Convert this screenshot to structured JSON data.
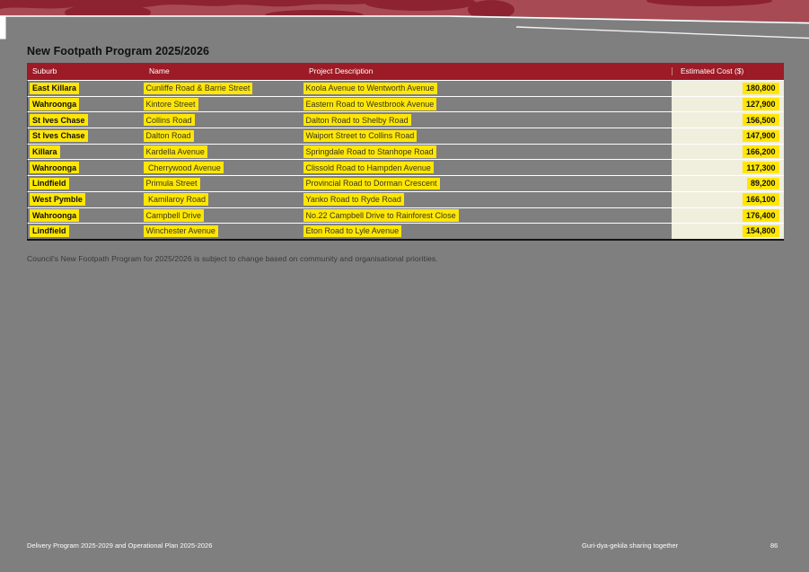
{
  "page": {
    "title": "New Footpath Program 2025/2026",
    "note": "Council's New Footpath Program for 2025/2026 is subject to change based on community and organisational priorities.",
    "footer_left": "Delivery Program 2025-2029 and Operational Plan 2025-2026",
    "footer_right": "Guri-dya-gekila sharing together",
    "page_number": "86"
  },
  "table": {
    "columns": [
      "Suburb",
      "Name",
      "Project Description",
      "Estimated Cost ($)"
    ],
    "rows": [
      {
        "suburb": "East Killara",
        "name": "Cunliffe Road & Barrie Street",
        "description": "Koola Avenue to Wentworth Avenue",
        "cost": "180,800"
      },
      {
        "suburb": "Wahroonga",
        "name": "Kintore Street",
        "description": "Eastern Road to Westbrook Avenue",
        "cost": "127,900"
      },
      {
        "suburb": "St Ives Chase",
        "name": "Collins Road",
        "description": "Dalton Road to Shelby Road",
        "cost": "156,500"
      },
      {
        "suburb": "St Ives Chase",
        "name": "Dalton Road",
        "description": "Waiport Street to Collins Road",
        "cost": "147,900"
      },
      {
        "suburb": "Killara",
        "name": "Kardella Avenue",
        "description": "Springdale Road to Stanhope Road",
        "cost": "166,200"
      },
      {
        "suburb": "Wahroonga",
        "name": " Cherrywood Avenue",
        "description": "Clissold Road to Hampden Avenue",
        "cost": "117,300"
      },
      {
        "suburb": "Lindfield",
        "name": "Primula Street",
        "description": "Provincial Road to Dorman Crescent",
        "cost": "89,200"
      },
      {
        "suburb": "West Pymble",
        "name": " Kamilaroy Road",
        "description": "Yanko Road to Ryde Road",
        "cost": "166,100"
      },
      {
        "suburb": "Wahroonga",
        "name": "Campbell Drive",
        "description": "No.22 Campbell Drive to Rainforest Close",
        "cost": "176,400"
      },
      {
        "suburb": "Lindfield",
        "name": "Winchester Avenue",
        "description": "Eton Road to Lyle Avenue",
        "cost": "154,800"
      }
    ]
  },
  "colors": {
    "bg-gray": "#7f7f7f",
    "banner-red": "#a84a53",
    "banner-dark-red": "#8d2330",
    "header-red": "#9c1b26",
    "highlight-yellow": "#ffe606",
    "cost-cream": "#f0eedd"
  }
}
